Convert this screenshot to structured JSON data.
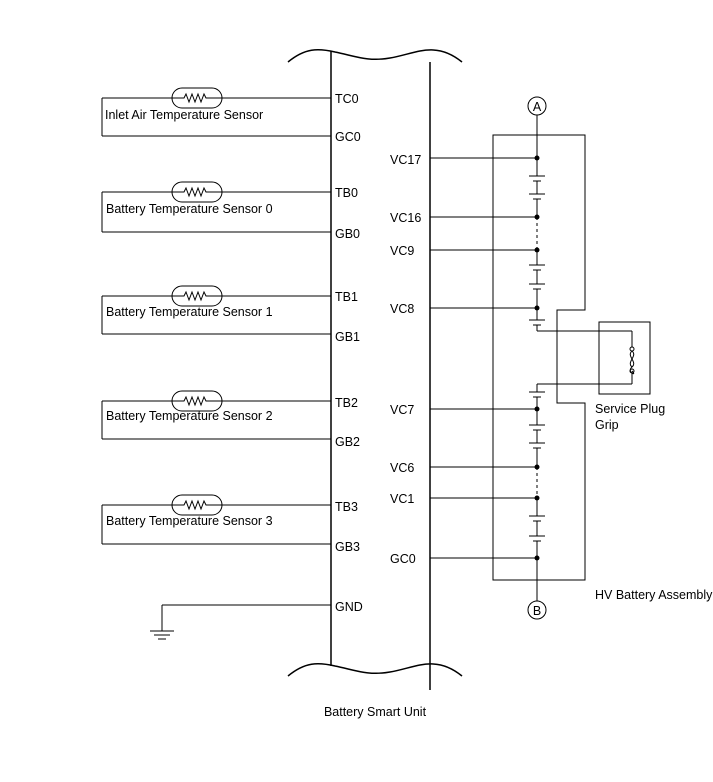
{
  "unit_label": "Battery Smart Unit",
  "assembly_label": "HV Battery Assembly",
  "service_plug_label_line1": "Service Plug",
  "service_plug_label_line2": "Grip",
  "connector_a": "A",
  "connector_b": "B",
  "sensors": [
    {
      "name": "Inlet Air Temperature Sensor",
      "pin_t": "TC0",
      "pin_g": "GC0"
    },
    {
      "name": "Battery Temperature Sensor 0",
      "pin_t": "TB0",
      "pin_g": "GB0"
    },
    {
      "name": "Battery Temperature Sensor 1",
      "pin_t": "TB1",
      "pin_g": "GB1"
    },
    {
      "name": "Battery Temperature Sensor 2",
      "pin_t": "TB2",
      "pin_g": "GB2"
    },
    {
      "name": "Battery Temperature Sensor 3",
      "pin_t": "TB3",
      "pin_g": "GB3"
    }
  ],
  "ground_pin": "GND",
  "voltage_pins": [
    "VC17",
    "VC16",
    "VC9",
    "VC8",
    "VC7",
    "VC6",
    "VC1",
    "GC0"
  ]
}
